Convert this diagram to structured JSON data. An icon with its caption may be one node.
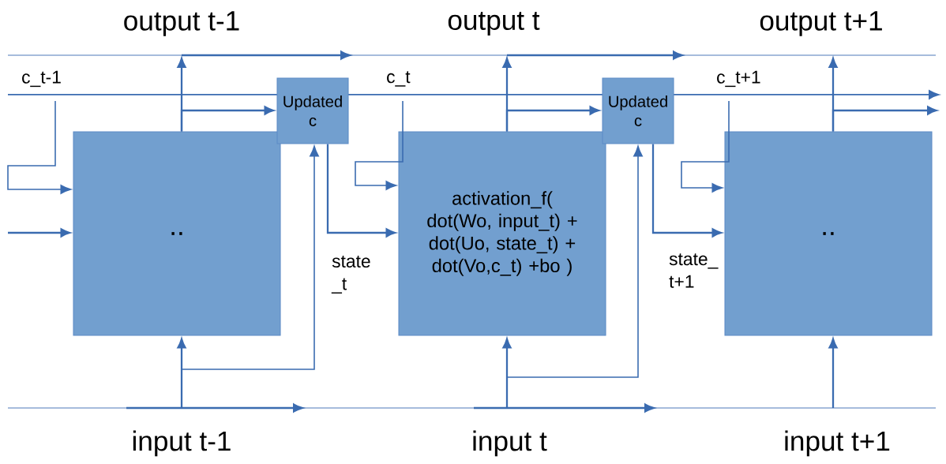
{
  "diagram": {
    "nodes": [
      {
        "text": [
          ".."
        ]
      },
      {
        "text": [
          "Updated c"
        ]
      },
      {
        "text": [
          "activation_f( dot(Wo, input_t) + dot(Uo, state_t) + dot(Vo,c_t) +bo )"
        ]
      },
      {
        "text": [
          "Updated c"
        ]
      },
      {
        "text": [
          ".."
        ]
      }
    ],
    "edges": [
      {
        "from": null,
        "to": 0,
        "arrow": "to"
      },
      {
        "from": null,
        "to": 0,
        "arrow": "to"
      },
      {
        "from": null,
        "to": 0,
        "arrow": "to"
      },
      {
        "from": 0,
        "to": 1,
        "arrow": "to"
      },
      {
        "from": 0,
        "to": null,
        "arrow": "to"
      },
      {
        "from": null,
        "to": 1,
        "arrow": "to"
      },
      {
        "from": 1,
        "to": 2,
        "arrow": "to"
      },
      {
        "from": null,
        "to": 2,
        "arrow": "to"
      },
      {
        "from": null,
        "to": 2,
        "arrow": "to"
      },
      {
        "from": 2,
        "to": null,
        "arrow": "to"
      },
      {
        "from": 2,
        "to": 3,
        "arrow": "to"
      },
      {
        "from": null,
        "to": 3,
        "arrow": "to"
      },
      {
        "from": 3,
        "to": 4,
        "arrow": "to"
      },
      {
        "from": null,
        "to": 4,
        "arrow": "to"
      },
      {
        "from": null,
        "to": 4,
        "arrow": "to"
      },
      {
        "from": 4,
        "to": null,
        "arrow": "to"
      },
      {
        "from": 4,
        "to": null,
        "arrow": "to"
      }
    ],
    "labels": [
      "output t-1",
      "output t",
      "output t+1",
      "c_t-1",
      "c_t",
      "c_t+1",
      "state _t",
      "state_ t+1",
      "input t-1",
      "input t",
      "input t+1"
    ]
  }
}
